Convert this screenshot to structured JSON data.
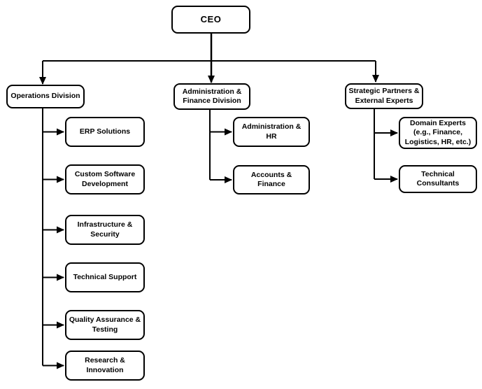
{
  "org": {
    "root": "CEO",
    "columns": [
      {
        "division": "Operations Division",
        "children": [
          "ERP Solutions",
          "Custom Software Development",
          "Infrastructure & Security",
          "Technical Support",
          "Quality Assurance & Testing",
          "Research & Innovation"
        ]
      },
      {
        "division": "Administration & Finance Division",
        "children": [
          "Administration & HR",
          "Accounts & Finance"
        ]
      },
      {
        "division": "Strategic Partners & External Experts",
        "children": [
          "Domain Experts (e.g., Finance, Logistics, HR, etc.)",
          "Technical Consultants"
        ]
      }
    ],
    "colors": {
      "line": "#000000",
      "box_border": "#000000",
      "box_fill": "#ffffff",
      "text": "#000000",
      "background": "#ffffff"
    }
  }
}
